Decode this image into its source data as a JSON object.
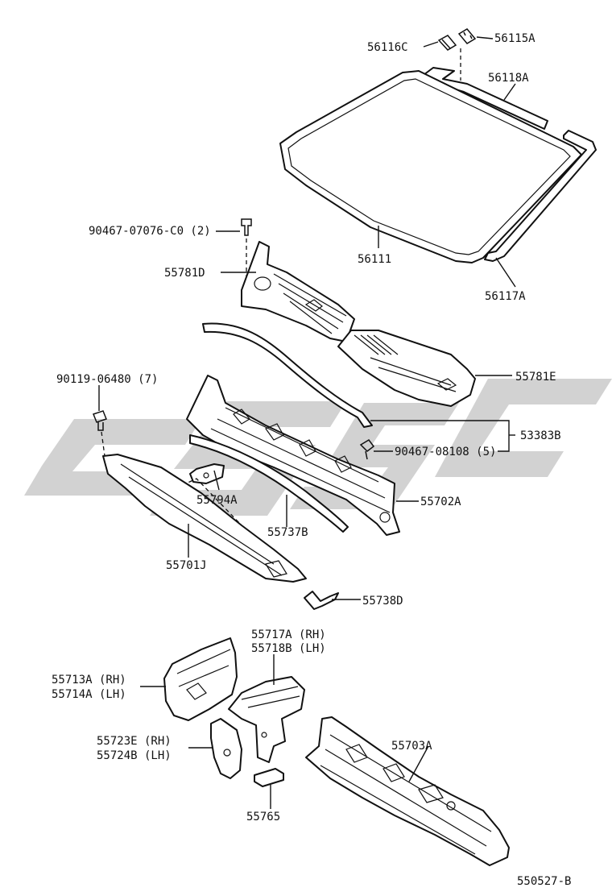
{
  "watermark_text": "",
  "diagram_code": "550527-B",
  "parts": [
    {
      "id": "p56116c",
      "label": "56116C"
    },
    {
      "id": "p56115a",
      "label": "56115A"
    },
    {
      "id": "p56118a",
      "label": "56118A"
    },
    {
      "id": "p56111",
      "label": "56111"
    },
    {
      "id": "p56117a",
      "label": "56117A"
    },
    {
      "id": "p90467a",
      "label": "90467-07076-C0 (2)"
    },
    {
      "id": "p55781d",
      "label": "55781D"
    },
    {
      "id": "p55781e",
      "label": "55781E"
    },
    {
      "id": "p90119",
      "label": "90119-06480 (7)"
    },
    {
      "id": "p53383b",
      "label": "53383B"
    },
    {
      "id": "p90467b",
      "label": "90467-08108 (5)"
    },
    {
      "id": "p55794a",
      "label": "55794A"
    },
    {
      "id": "p55702a",
      "label": "55702A"
    },
    {
      "id": "p55737b",
      "label": "55737B"
    },
    {
      "id": "p55701j",
      "label": "55701J"
    },
    {
      "id": "p55738d",
      "label": "55738D"
    },
    {
      "id": "p55717a",
      "label": "55717A (RH)"
    },
    {
      "id": "p55718b",
      "label": "55718B (LH)"
    },
    {
      "id": "p55713a",
      "label": "55713A (RH)"
    },
    {
      "id": "p55714a",
      "label": "55714A (LH)"
    },
    {
      "id": "p55723e",
      "label": "55723E (RH)"
    },
    {
      "id": "p55724b",
      "label": "55724B (LH)"
    },
    {
      "id": "p55703a",
      "label": "55703A"
    },
    {
      "id": "p55765",
      "label": "55765"
    }
  ]
}
